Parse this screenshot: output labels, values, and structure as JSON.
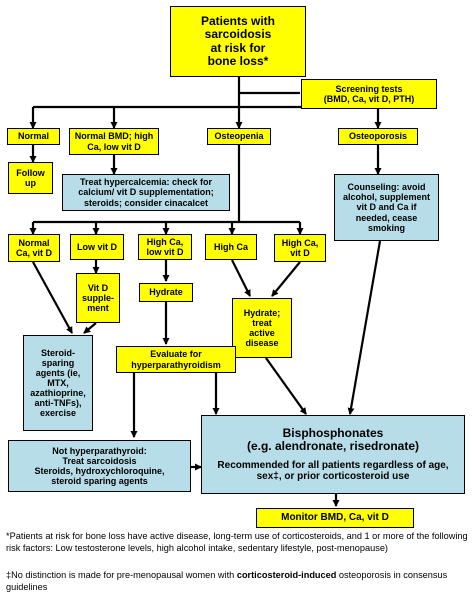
{
  "nodes": {
    "root": "Patients with\nsarcoidosis\nat risk for\nbone loss*",
    "screening": "Screening tests\n(BMD, Ca, vit D, PTH)",
    "normal": "Normal",
    "normal_bmd": "Normal BMD; high\nCa, low vit D",
    "osteopenia": "Osteopenia",
    "osteoporosis": "Osteoporosis",
    "follow_up": "Follow\nup",
    "treat_hypercalcemia": "Treat hypercalcemia: check for\ncalcium/ vit D supplementation;\nsteroids; consider cinacalcet",
    "counseling": "Counseling: avoid\nalcohol, supplement\nvit D and Ca if\nneeded, cease\nsmoking",
    "normal_ca_vitd": "Normal\nCa, vit D",
    "low_vitd": "Low vit D",
    "high_ca_low_vitd": "High Ca,\nlow vit D",
    "high_ca": "High Ca",
    "high_ca_vitd": "High Ca,\nvit D",
    "vitd_supplement": "Vit D\nsupple-\nment",
    "hydrate": "Hydrate",
    "hydrate_treat": "Hydrate;\ntreat\nactive\ndisease",
    "steroid_sparing": "Steroid-\nsparing\nagents (ie,\nMTX,\nazathioprine,\nanti-TNFs),\nexercise",
    "evaluate": "Evaluate for\nhyperparathyroidism",
    "not_hyper": "Not hyperparathyroid:\nTreat sarcoidosis\nSteroids, hydroxychloroquine,\nsteroid sparing agents",
    "bisphosphonates_title": "Bisphosphonates\n(e.g. alendronate, risedronate)",
    "bisphosphonates_note": "Recommended for all patients regardless of age,\nsex‡, or prior corticosteroid use",
    "monitor": "Monitor BMD, Ca, vit D"
  },
  "footnotes": {
    "note1": "*Patients at risk for bone loss have active disease, long-term use of corticosteroids, and 1 or more of the following risk factors: Low testosterone levels, high alcohol intake, sedentary lifestyle, post-menopause)",
    "note2_pre": "‡No distinction is made for pre-menopausal women with ",
    "note2_bold": "corticosteroid-induced",
    "note2_post": " osteoporosis in consensus guidelines"
  },
  "colors": {
    "box_yellow": "#ffff00",
    "box_teal": "#b7dde8",
    "line": "#000000"
  }
}
